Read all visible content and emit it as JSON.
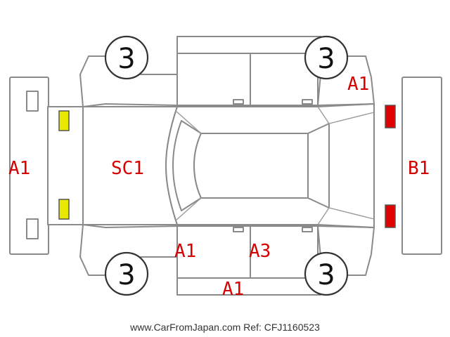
{
  "colors": {
    "damage_code": "#d60000",
    "yellow_marker": "#e8e800",
    "red_marker": "#e00000"
  },
  "wheels": {
    "front_left": "3",
    "rear_left": "3",
    "front_right": "3",
    "rear_right": "3"
  },
  "codes": {
    "front_bumper": "A1",
    "hood": "SC1",
    "rear_bumper": "B1",
    "rear_right_quarter": "A1",
    "left_front_door": "A1",
    "left_rear_door": "A3",
    "left_rocker": "A1"
  },
  "markers": {
    "front_lamps": "yellow",
    "rear_lamps": "red"
  },
  "footer": {
    "text": "www.CarFromJapan.com Ref: CFJ1160523"
  }
}
